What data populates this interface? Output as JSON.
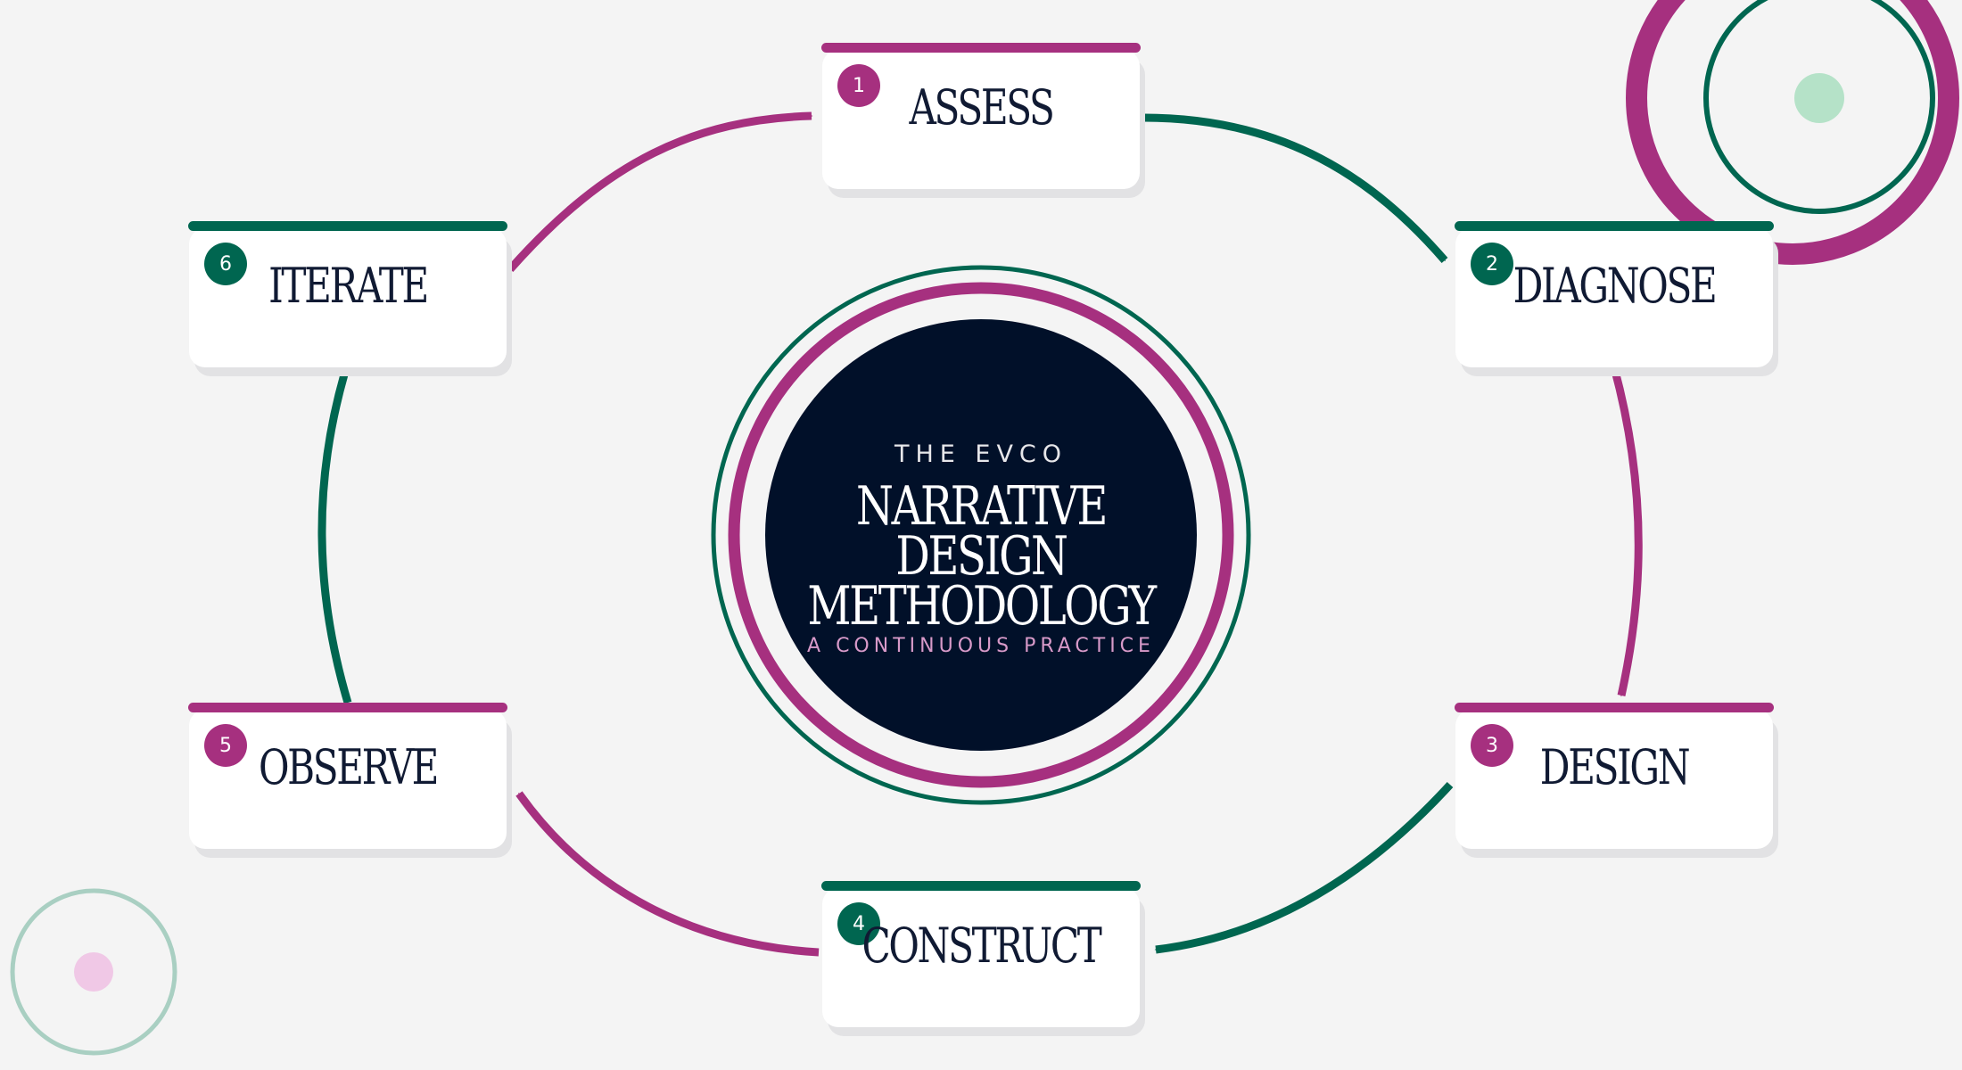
{
  "center": {
    "kicker": "THE EVCO",
    "title_line1": "NARRATIVE DESIGN",
    "title_line2": "METHODOLOGY",
    "subtitle": "A CONTINUOUS PRACTICE"
  },
  "steps": [
    {
      "number": "1",
      "label": "ASSESS",
      "accent": "#a6307f"
    },
    {
      "number": "2",
      "label": "DIAGNOSE",
      "accent": "#006650"
    },
    {
      "number": "3",
      "label": "DESIGN",
      "accent": "#a6307f"
    },
    {
      "number": "4",
      "label": "CONSTRUCT",
      "accent": "#006650"
    },
    {
      "number": "5",
      "label": "OBSERVE",
      "accent": "#a6307f"
    },
    {
      "number": "6",
      "label": "ITERATE",
      "accent": "#006650"
    }
  ],
  "connections": [
    {
      "from": "1",
      "to": "2",
      "color": "#006650"
    },
    {
      "from": "2",
      "to": "3",
      "color": "#a6307f"
    },
    {
      "from": "3",
      "to": "4",
      "color": "#006650"
    },
    {
      "from": "4",
      "to": "5",
      "color": "#a6307f"
    },
    {
      "from": "5",
      "to": "6",
      "color": "#006650"
    },
    {
      "from": "6",
      "to": "1",
      "color": "#a6307f"
    }
  ],
  "colors": {
    "background": "#f4f4f4",
    "magenta": "#a6307f",
    "green": "#006650",
    "navy": "#011029",
    "mint": "#b5e2c8",
    "pink": "#f0c8e6",
    "sage": "#a9cfc2"
  }
}
